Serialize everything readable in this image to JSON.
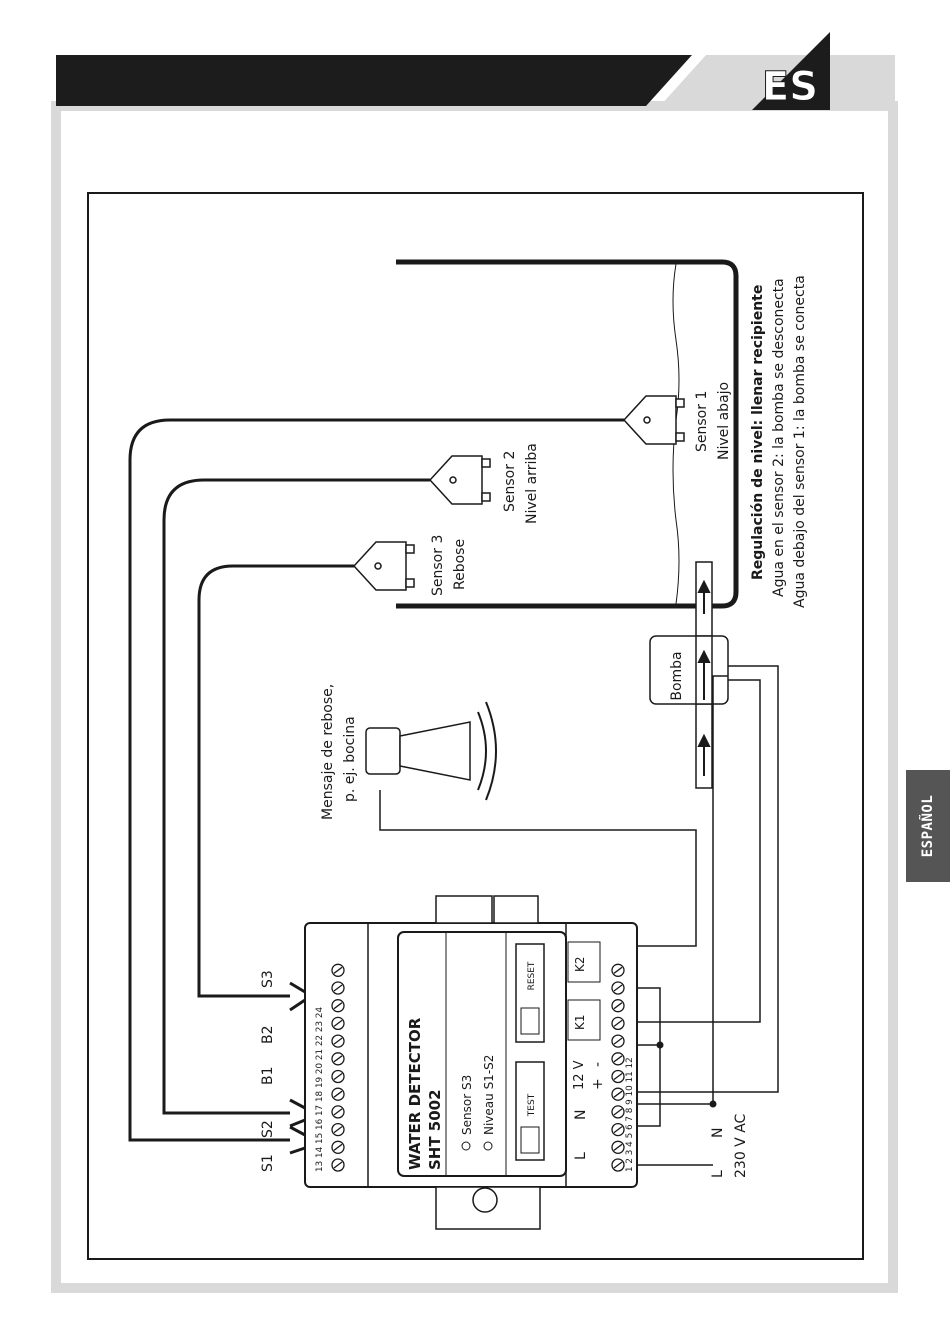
{
  "header": {
    "logo_text": "ES"
  },
  "side_tab": {
    "language": "ESPAÑOL"
  },
  "device": {
    "title": "WATER DETECTOR",
    "model": "SHT 5002",
    "indicator_1": "Sensor S3",
    "indicator_2": "Niveau S1-S2",
    "test_button": "TEST",
    "reset_button": "RESET",
    "relay_1": "K1",
    "relay_2": "K2",
    "voltage_low": "12 V",
    "plus": "+",
    "minus": "-",
    "top_terminals": "13 14 15 16 17 18 19 20 21 22 23 24",
    "bottom_terminals": "1 2 3 4 5 6 7 8 9 10 11 12"
  },
  "terminal_labels": {
    "s1": "S1",
    "s2": "S2",
    "b1": "B1",
    "b2": "B2",
    "s3": "S3",
    "l": "L",
    "n": "N",
    "l_ext": "L",
    "n_ext": "N",
    "mains": "230 V AC"
  },
  "horn": {
    "label_line1": "Mensaje de rebose,",
    "label_line2": "p. ej. bocina"
  },
  "pump": {
    "label": "Bomba"
  },
  "sensors": [
    {
      "name": "Sensor 3",
      "desc": "Rebose"
    },
    {
      "name": "Sensor 2",
      "desc": "Nivel arriba"
    },
    {
      "name": "Sensor 1",
      "desc": "Nivel abajo"
    }
  ],
  "regulation": {
    "title": "Regulación de nivel: llenar recipiente",
    "line1": "Agua en el sensor 2: la bomba se desconecta",
    "line2": "Agua debajo del sensor 1: la bomba se conecta"
  }
}
